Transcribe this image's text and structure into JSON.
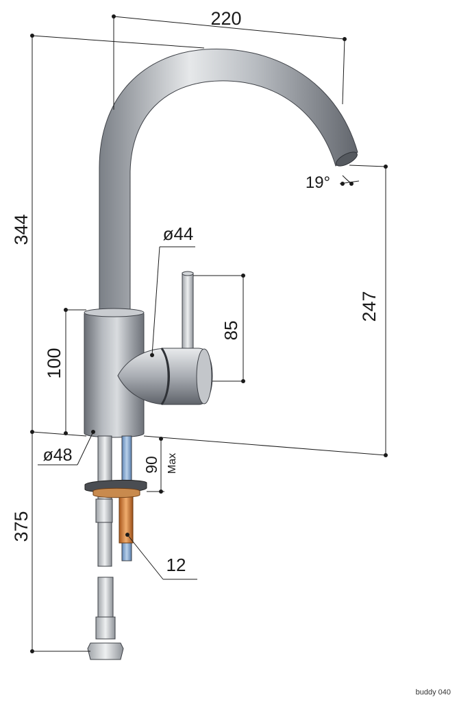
{
  "dimensions": {
    "spout_reach": "220",
    "total_height": "344",
    "spout_height": "247",
    "spout_angle": "19°",
    "handle_diameter": "ø44",
    "lever_height": "85",
    "body_height": "100",
    "base_diameter": "ø48",
    "mount_thickness": "90",
    "mount_thickness_qualifier": "Max",
    "hose_length": "375",
    "thread_size": "12"
  },
  "footer": {
    "model_code": "buddy 040"
  },
  "colors": {
    "line": "#1a1a1a",
    "chrome_light": "#dfe1e4",
    "chrome_dark": "#6e7279",
    "hot_pipe": "#c8772f",
    "cold_pipe": "#7ea7d4"
  }
}
